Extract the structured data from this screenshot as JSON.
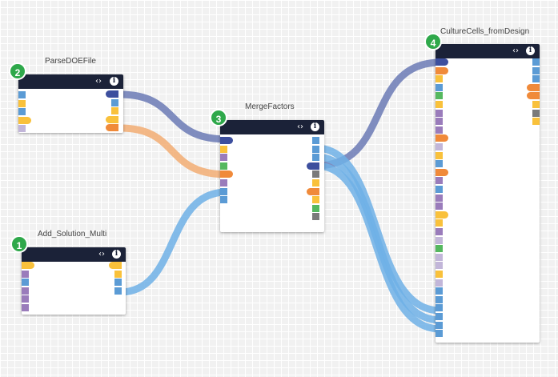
{
  "colors": {
    "canvas": "#f1f1f1",
    "grid_line": "#ffffff",
    "node_header": "#1b2238",
    "badge": "#2ea84a",
    "wire_dark_blue": "#6b7ab5",
    "wire_orange": "#f2ad73",
    "wire_light_blue": "#6fb0e6",
    "port_dark_blue": "#3d4f9e",
    "port_light_blue": "#5b9bd5",
    "port_yellow": "#f9c13b",
    "port_orange": "#f08a3a",
    "port_green": "#55b85f",
    "port_purple": "#9a7cbb",
    "port_light_purple": "#c2b6d9",
    "port_grey": "#7a7a7a"
  },
  "icons": {
    "code": "code-brackets-icon",
    "info": "info-icon"
  },
  "nodes": {
    "parse": {
      "badge": "2",
      "title": "ParseDOEFile",
      "code_glyph": "‹›",
      "info_glyph": "i"
    },
    "merge": {
      "badge": "3",
      "title": "MergeFactors",
      "code_glyph": "‹›",
      "info_glyph": "i"
    },
    "add": {
      "badge": "1",
      "title": "Add_Solution_Multi",
      "code_glyph": "‹›",
      "info_glyph": "i"
    },
    "culture": {
      "badge": "4",
      "title": "CultureCells_fromDesign",
      "code_glyph": "‹›",
      "info_glyph": "i"
    }
  }
}
